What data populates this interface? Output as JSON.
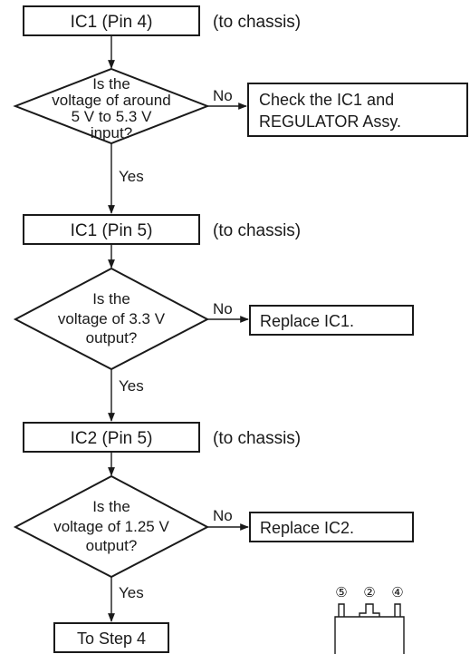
{
  "step_a": {
    "label": "IC1 (Pin 4)",
    "note": "(to chassis)"
  },
  "decision_a": {
    "lines": [
      "Is the",
      "voltage of around",
      "5 V to 5.3 V",
      "input?"
    ]
  },
  "result_a": {
    "lines": [
      "Check the IC1 and",
      "REGULATOR Assy."
    ]
  },
  "step_b": {
    "label": "IC1 (Pin 5)",
    "note": "(to chassis)"
  },
  "decision_b": {
    "lines": [
      "Is the",
      "voltage of 3.3 V",
      "output?"
    ]
  },
  "result_b": {
    "label": "Replace IC1."
  },
  "step_c": {
    "label": "IC2 (Pin 5)",
    "note": "(to chassis)"
  },
  "decision_c": {
    "lines": [
      "Is the",
      "voltage of 1.25 V",
      "output?"
    ]
  },
  "result_c": {
    "label": "Replace IC2."
  },
  "branch": {
    "no": "No",
    "yes": "Yes"
  },
  "final": {
    "label": "To Step 4"
  },
  "pinout": {
    "pins": [
      "⑤",
      "②",
      "④"
    ]
  }
}
